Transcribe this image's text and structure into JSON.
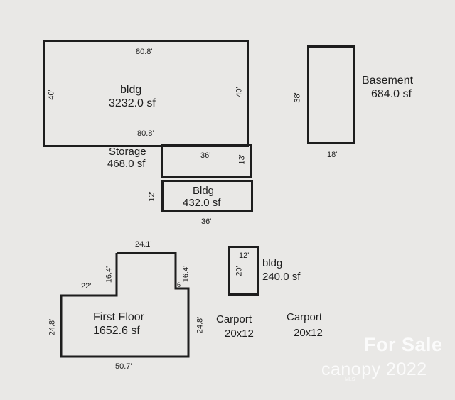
{
  "plan": {
    "main_bldg": {
      "title": "bldg",
      "area": "3232.0 sf",
      "top_dim": "80.8'",
      "bottom_dim": "80.8'",
      "left_dim": "40'",
      "right_dim": "40'"
    },
    "basement": {
      "title": "Basement",
      "area": "684.0 sf",
      "left_dim": "38'",
      "bottom_dim": "18'"
    },
    "storage": {
      "title": "Storage",
      "area": "468.0 sf",
      "top_dim": "36'",
      "right_dim": "13'"
    },
    "bldg_432": {
      "title": "Bldg",
      "area": "432.0 sf",
      "left_dim": "12'",
      "bottom_dim": "36'"
    },
    "first_floor": {
      "title": "First Floor",
      "area": "1652.6 sf",
      "top_dim": "24.1'",
      "step_dim": "22'",
      "notch_left": "16.4'",
      "notch_right": "16.4'",
      "notch_mark": "6",
      "left_dim": "24.8'",
      "right_dim": "24.8'",
      "bottom_dim": "50.7'"
    },
    "bldg_240": {
      "title": "bldg",
      "area": "240.0 sf",
      "top_dim": "12'",
      "left_dim": "20'"
    },
    "carport_1": {
      "title": "Carport",
      "size": "20x12"
    },
    "carport_2": {
      "title": "Carport",
      "size": "20x12"
    }
  },
  "watermark": {
    "for_sale": "For Sale",
    "brand": "canopy 2022",
    "mls": "MLS"
  },
  "colors": {
    "background": "#e9e8e6",
    "lines": "#1d1d1d",
    "watermark": "#ffffff"
  }
}
